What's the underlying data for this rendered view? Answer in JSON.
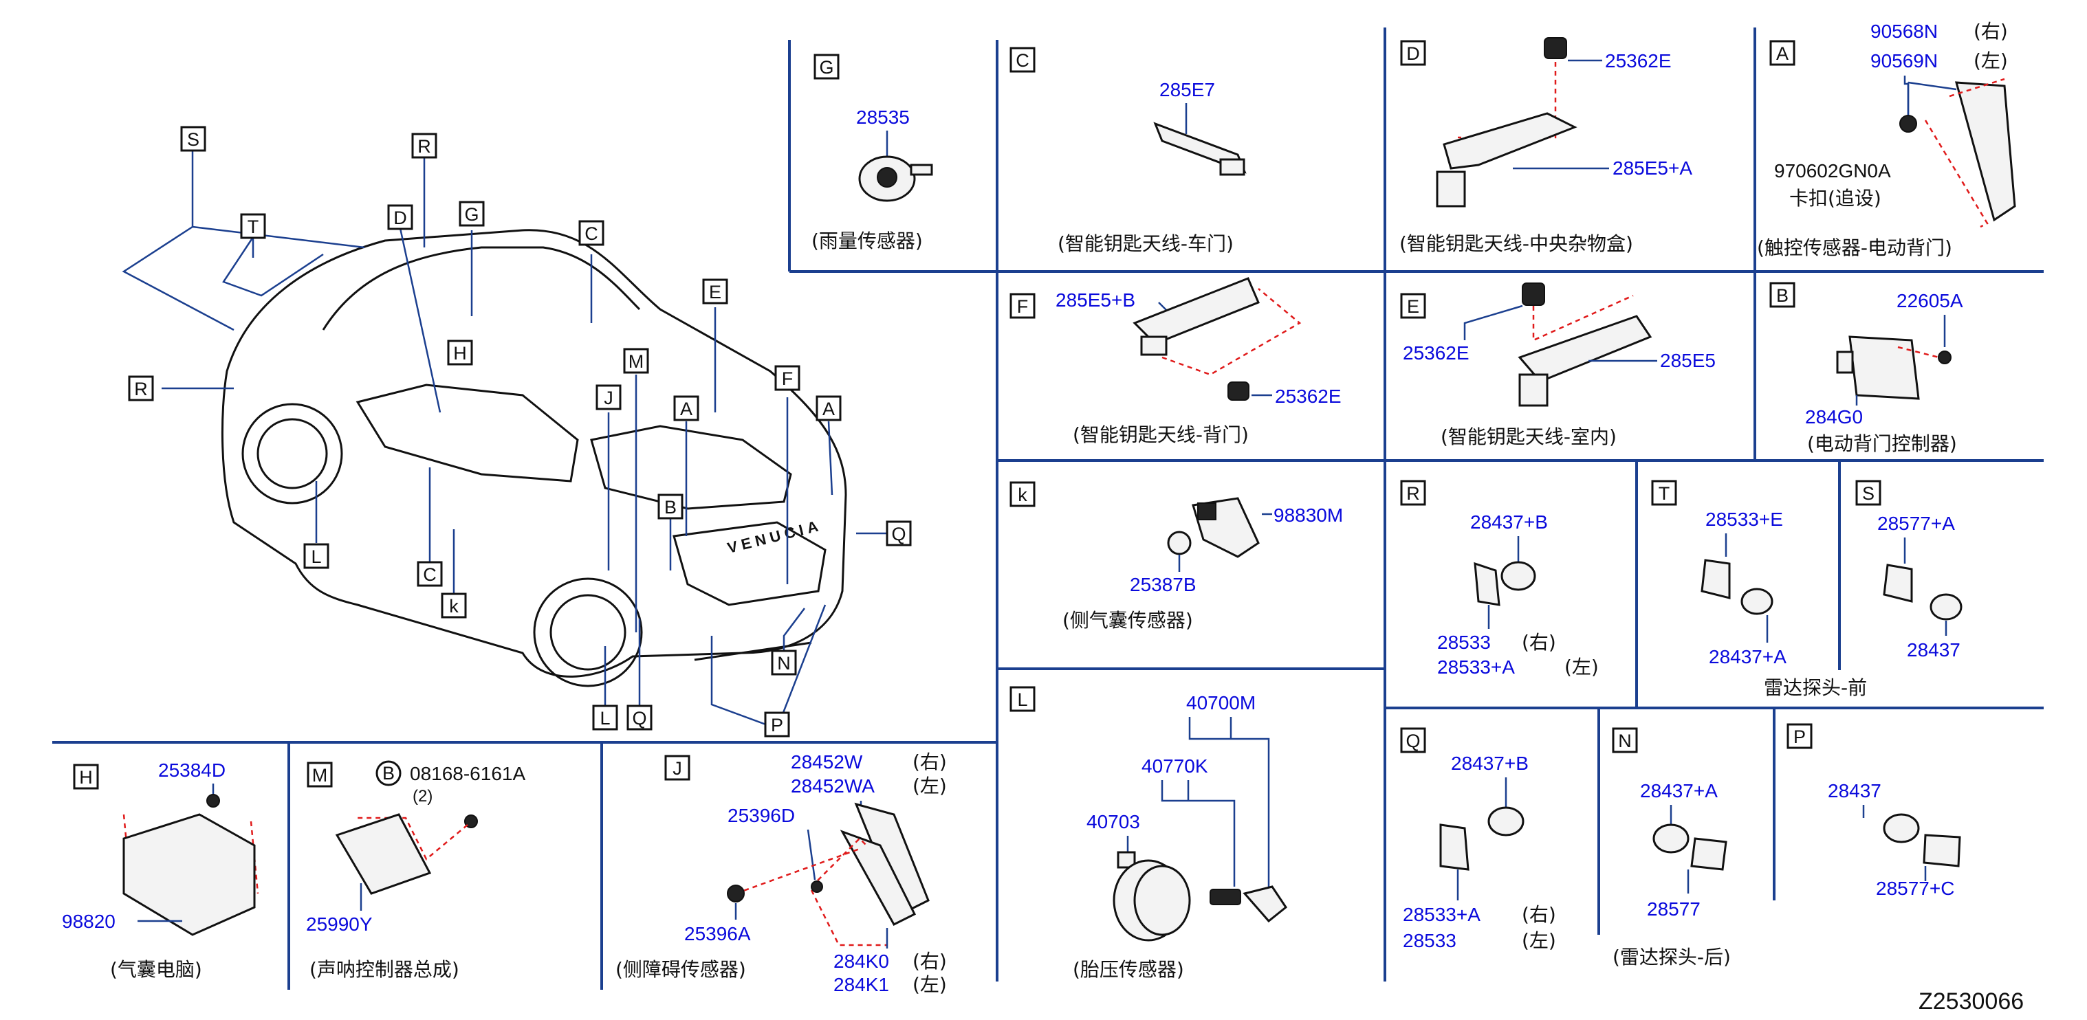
{
  "figure_code": "Z2530066",
  "car": {
    "wordmark": "VENUCIA",
    "callouts": [
      "S",
      "T",
      "R",
      "D",
      "H",
      "G",
      "C",
      "E",
      "M",
      "J",
      "A",
      "F",
      "A",
      "R",
      "L",
      "C",
      "k",
      "B",
      "Q",
      "L",
      "Q",
      "N",
      "P"
    ]
  },
  "panels": {
    "G": {
      "key": "G",
      "parts": [
        "28535"
      ],
      "caption": "(雨量传感器)"
    },
    "C": {
      "key": "C",
      "parts": [
        "285E7"
      ],
      "caption": "(智能钥匙天线-车门)"
    },
    "D": {
      "key": "D",
      "parts": [
        "25362E",
        "285E5+A"
      ],
      "caption": "(智能钥匙天线-中央杂物盒)"
    },
    "A": {
      "key": "A",
      "parts": [
        "90568N",
        "90569N"
      ],
      "sides": [
        "(右)",
        "(左)"
      ],
      "clip_code": "970602GN0A",
      "clip_note": "卡扣(追设)",
      "caption": "(触控传感器-电动背门)"
    },
    "F": {
      "key": "F",
      "parts": [
        "285E5+B",
        "25362E"
      ],
      "caption": "(智能钥匙天线-背门)"
    },
    "E": {
      "key": "E",
      "parts": [
        "25362E",
        "285E5"
      ],
      "caption": "(智能钥匙天线-室内)"
    },
    "B": {
      "key": "B",
      "parts": [
        "22605A",
        "284G0"
      ],
      "caption": "(电动背门控制器)"
    },
    "k": {
      "key": "k",
      "parts": [
        "98830M",
        "25387B"
      ],
      "caption": "(侧气囊传感器)"
    },
    "R": {
      "key": "R",
      "parts": [
        "28437+B",
        "28533",
        "28533+A"
      ],
      "sides": [
        "(右)",
        "(左)"
      ]
    },
    "T": {
      "key": "T",
      "parts": [
        "28533+E",
        "28437+A"
      ]
    },
    "S": {
      "key": "S",
      "parts": [
        "28577+A",
        "28437"
      ]
    },
    "radar_front_caption": "雷达探头-前",
    "L": {
      "key": "L",
      "parts": [
        "40700M",
        "40770K",
        "40703"
      ],
      "caption": "(胎压传感器)"
    },
    "Q": {
      "key": "Q",
      "parts": [
        "28437+B",
        "28533+A",
        "28533"
      ],
      "sides": [
        "(右)",
        "(左)"
      ]
    },
    "N": {
      "key": "N",
      "parts": [
        "28437+A",
        "28577"
      ],
      "caption": "(雷达探头-后)"
    },
    "P": {
      "key": "P",
      "parts": [
        "28437",
        "28577+C"
      ]
    },
    "H": {
      "key": "H",
      "parts": [
        "25384D",
        "98820"
      ],
      "caption": "(气囊电脑)"
    },
    "M": {
      "key": "M",
      "bolt_mark": "B",
      "parts": [
        "08168-6161A",
        "(2)",
        "25990Y"
      ],
      "caption": "(声呐控制器总成)"
    },
    "J": {
      "key": "J",
      "parts": [
        "28452W",
        "28452WA",
        "25396D",
        "25396A",
        "284K0",
        "284K1"
      ],
      "sides_top": [
        "(右)",
        "(左)"
      ],
      "sides_bottom": [
        "(右)",
        "(左)"
      ],
      "caption": "(侧障碍传感器)"
    }
  }
}
